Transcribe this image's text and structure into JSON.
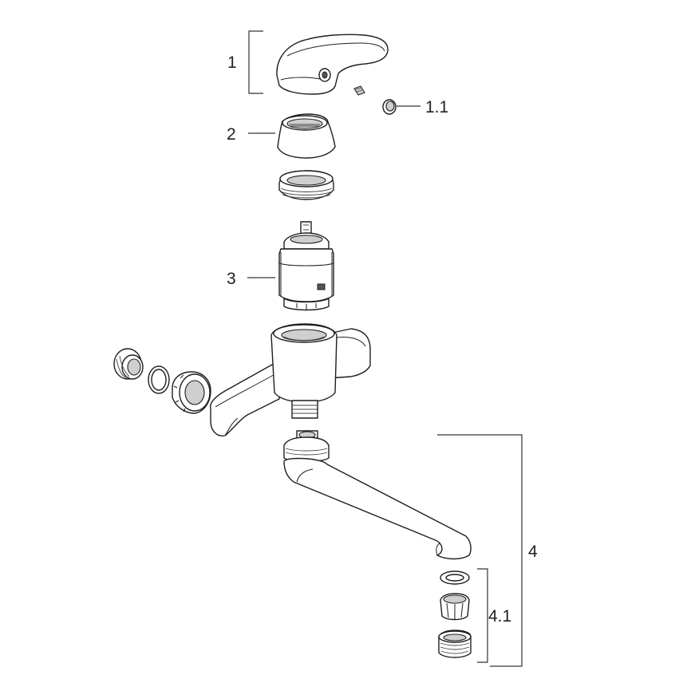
{
  "labels": {
    "handle": "1",
    "cap": "1.1",
    "cover": "2",
    "cartridge": "3",
    "spout": "4",
    "aerator": "4.1"
  },
  "colors": {
    "line": "#1e1e1e",
    "fill": "#ffffff",
    "shade": "#cfcfcf"
  }
}
